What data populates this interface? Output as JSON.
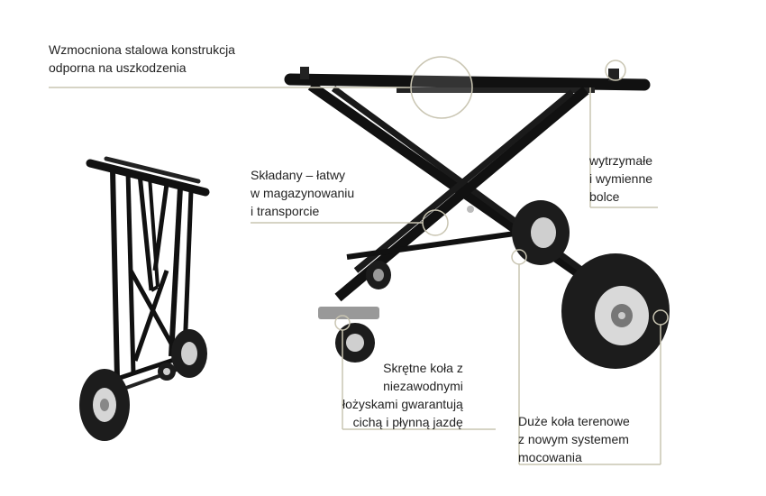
{
  "callouts": [
    {
      "id": "frame",
      "lines": [
        "Wzmocniona stalowa konstrukcja",
        "odporna na uszkodzenia"
      ]
    },
    {
      "id": "folding",
      "lines": [
        "Składany – łatwy",
        "w magazynowaniu",
        "i transporcie"
      ]
    },
    {
      "id": "bolts",
      "lines": [
        "wytrzymałe",
        "i wymienne",
        "bolce"
      ]
    },
    {
      "id": "swivel-wheels",
      "lines": [
        "Skrętne koła z",
        "niezawodnymi",
        "łożyskami gwarantują",
        "cichą i płynną jazdę"
      ]
    },
    {
      "id": "big-wheels",
      "lines": [
        "Duże koła terenowe",
        "z nowym systemem",
        "mocowania"
      ]
    }
  ],
  "colors": {
    "accent": "#c9c5b2",
    "frame": "#141414",
    "tire": "#1c1c1c",
    "hub": "#cfcfcf",
    "text": "#222222"
  }
}
